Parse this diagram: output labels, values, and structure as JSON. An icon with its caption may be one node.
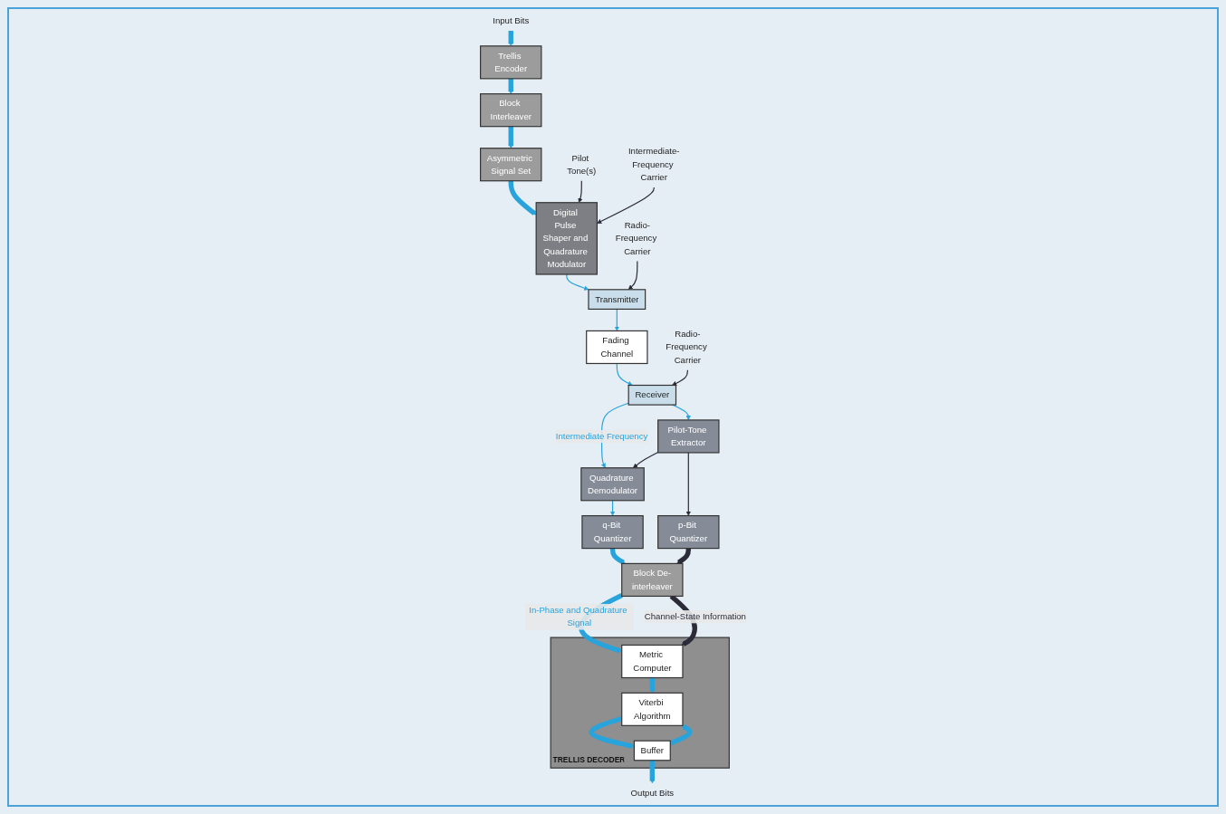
{
  "diagram": {
    "nodes": [
      {
        "text": [
          "Input Bits"
        ]
      },
      {
        "text": [
          "Trellis Encoder"
        ]
      },
      {
        "text": [
          "Block Interleaver"
        ]
      },
      {
        "text": [
          "Asymmetric Signal Set"
        ]
      },
      {
        "text": [
          "Digital Pulse Shaper and Quadrature Modulator"
        ]
      },
      {
        "text": [
          "Pilot Tone(s)"
        ]
      },
      {
        "text": [
          "Intermediate-Frequency Carrier"
        ]
      },
      {
        "text": [
          "Transmitter"
        ]
      },
      {
        "text": [
          "Radio-Frequency Carrier"
        ]
      },
      {
        "text": [
          "Fading Channel"
        ]
      },
      {
        "text": [
          "Receiver"
        ]
      },
      {
        "text": [
          "Radio-Frequency Carrier"
        ]
      },
      {
        "text": [
          "Quadrature Demodulator"
        ]
      },
      {
        "text": [
          "Pilot-Tone Extractor"
        ]
      },
      {
        "text": [
          "q-Bit Quantizer"
        ]
      },
      {
        "text": [
          "p-Bit Quantizer"
        ]
      },
      {
        "text": [
          "Block De-interleaver"
        ]
      },
      {
        "text": [
          "TRELLIS DECODER"
        ]
      },
      {
        "text": [
          "Metric Computer"
        ],
        "in": 17
      },
      {
        "text": [
          "Viterbi Algorithm"
        ],
        "in": 17
      },
      {
        "text": [
          "Buffer"
        ],
        "in": 17
      },
      {
        "text": [
          "Output Bits"
        ]
      }
    ],
    "edges": [
      {
        "from": 0,
        "to": 1,
        "arrow": "to",
        "style": "thick"
      },
      {
        "from": 1,
        "to": 2,
        "arrow": "to",
        "style": "thick"
      },
      {
        "from": 2,
        "to": 3,
        "arrow": "to",
        "style": "thick"
      },
      {
        "from": 3,
        "to": 4,
        "arrow": "to",
        "style": "thick"
      },
      {
        "from": 5,
        "to": 4,
        "arrow": "to",
        "color": "#2b2b3a"
      },
      {
        "from": 6,
        "to": 4,
        "arrow": "to",
        "color": "#2b2b3a"
      },
      {
        "from": 4,
        "to": 7,
        "arrow": "to"
      },
      {
        "from": 8,
        "to": 7,
        "arrow": "to",
        "color": "#2b2b3a"
      },
      {
        "from": 7,
        "to": 9,
        "arrow": "to"
      },
      {
        "from": 9,
        "to": 10,
        "arrow": "to"
      },
      {
        "from": 11,
        "to": 10,
        "arrow": "to",
        "color": "#2b2b3a"
      },
      {
        "from": 10,
        "to": 12,
        "arrow": "to",
        "label": "Intermediate Frequency"
      },
      {
        "from": 10,
        "to": 13,
        "arrow": "to"
      },
      {
        "from": 12,
        "to": 14,
        "arrow": "to"
      },
      {
        "from": 13,
        "to": 12,
        "arrow": "to",
        "color": "#2b2b3a"
      },
      {
        "from": 13,
        "to": 15,
        "arrow": "to",
        "color": "#2b2b3a"
      },
      {
        "from": 14,
        "to": 16,
        "arrow": "to",
        "style": "thick"
      },
      {
        "from": 15,
        "to": 16,
        "arrow": "to",
        "style": "thick",
        "color": "#2b2b3a"
      },
      {
        "from": 16,
        "to": 18,
        "arrow": "to",
        "style": "thick",
        "label": "In-Phase and Quadrature Signal"
      },
      {
        "from": 16,
        "to": 18,
        "arrow": "to",
        "style": "thick",
        "color": "#2b2b3a",
        "label": "Channel-State Information"
      },
      {
        "from": 18,
        "to": 19,
        "arrow": "to",
        "style": "thick"
      },
      {
        "from": 19,
        "to": 20,
        "arrow": "to",
        "style": "thick"
      },
      {
        "from": 20,
        "to": 19,
        "arrow": "to",
        "style": "thick"
      },
      {
        "from": 20,
        "to": 21,
        "arrow": "to",
        "style": "thick"
      }
    ]
  }
}
